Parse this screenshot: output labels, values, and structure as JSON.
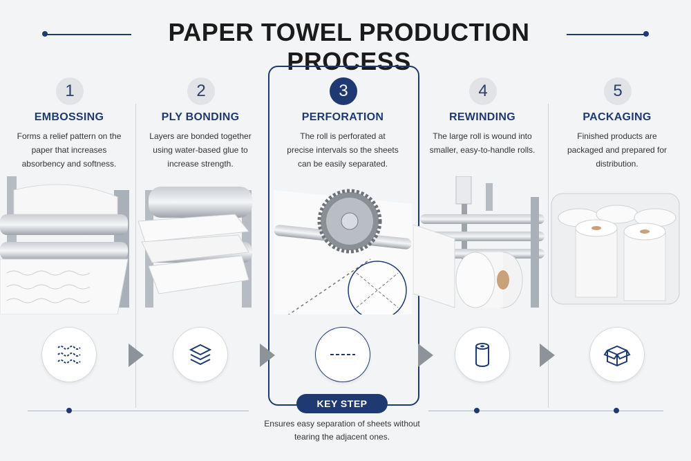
{
  "title": "PAPER TOWEL PRODUCTION PROCESS",
  "steps": [
    {
      "number": "1",
      "name": "EMBOSSING",
      "desc": "Forms a relief pattern on the paper that increases absorbency and softness.",
      "icon": "wavy-lines-icon"
    },
    {
      "number": "2",
      "name": "PLY BONDING",
      "desc": "Layers are bonded together using water-based glue to increase strength.",
      "icon": "layers-icon"
    },
    {
      "number": "3",
      "name": "PERFORATION",
      "desc": "The roll is perforated at precise intervals so the sheets can be easily separated.",
      "icon": "dashed-line-icon"
    },
    {
      "number": "4",
      "name": "REWINDING",
      "desc": "The large roll is wound into smaller, easy-to-handle rolls.",
      "icon": "roll-icon"
    },
    {
      "number": "5",
      "name": "PACKAGING",
      "desc": "Finished products are packaged and prepared for distribution.",
      "icon": "box-icon"
    }
  ],
  "key_step": {
    "label": "KEY STEP",
    "note": "Ensures easy separation of sheets without tearing the adjacent ones."
  },
  "colors": {
    "accent": "#1f3a73",
    "background": "#f3f4f6",
    "arrow": "#8e939a"
  }
}
